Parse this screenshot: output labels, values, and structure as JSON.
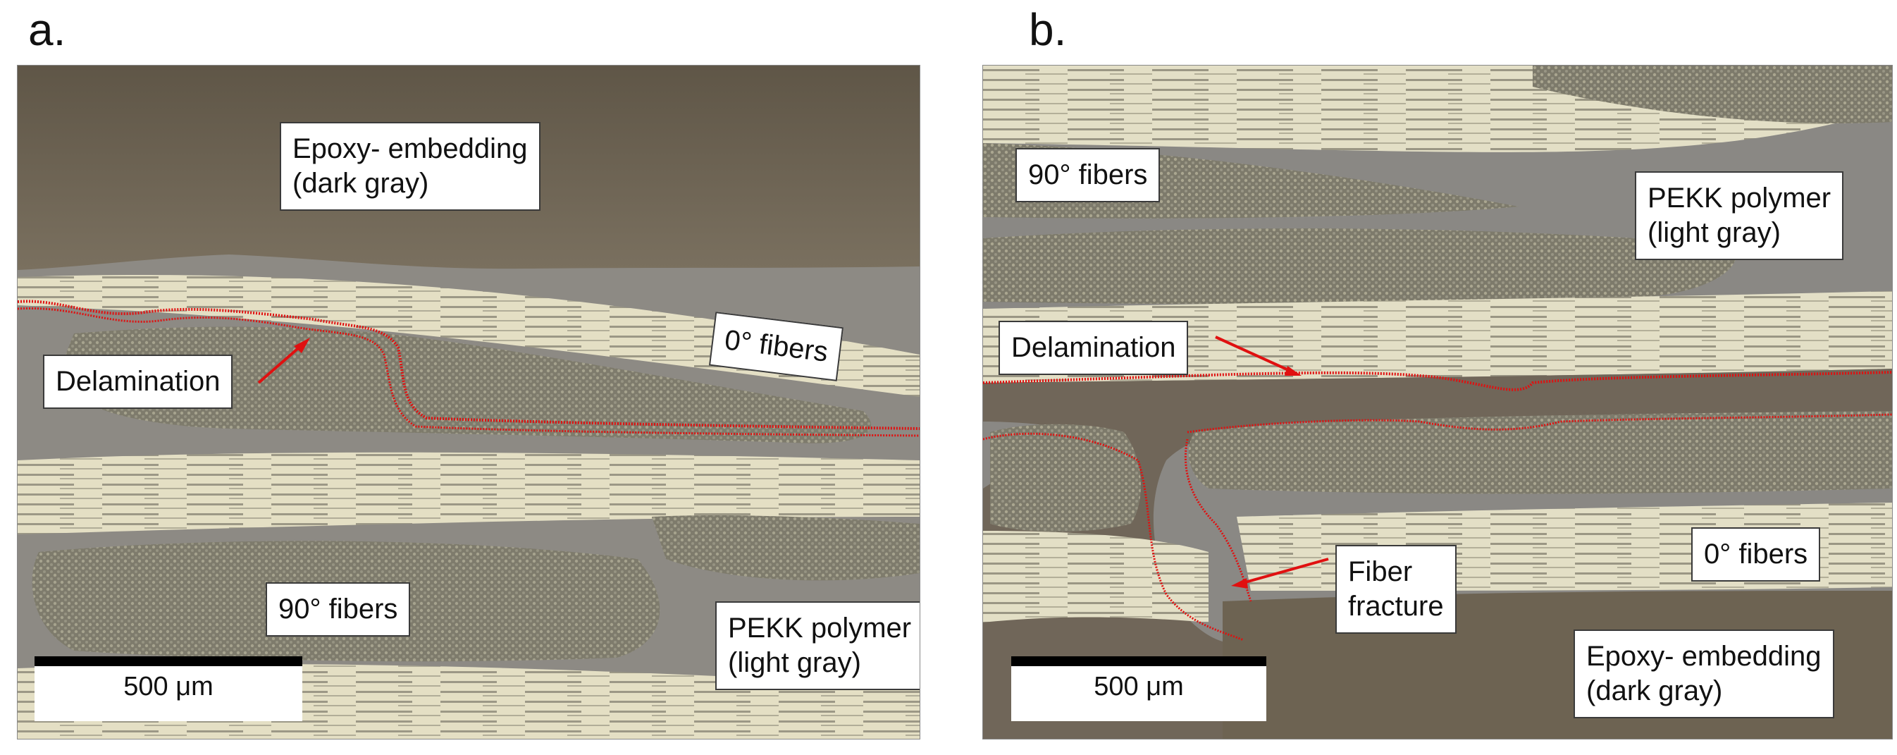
{
  "panels": {
    "a": {
      "letter": "a.",
      "labels": {
        "epoxy_line1": "Epoxy- embedding",
        "epoxy_line2": "(dark gray)",
        "zero_fibers": "0° fibers",
        "delamination": "Delamination",
        "ninety_fibers": "90° fibers",
        "pekk_line1": "PEKK polymer",
        "pekk_line2": "(light gray)"
      },
      "scale_bar": "500 μm"
    },
    "b": {
      "letter": "b.",
      "labels": {
        "ninety_fibers": "90° fibers",
        "pekk_line1": "PEKK polymer",
        "pekk_line2": "(light gray)",
        "delamination": "Delamination",
        "zero_fibers": "0° fibers",
        "fracture_line1": "Fiber",
        "fracture_line2": "fracture",
        "epoxy_line1": "Epoxy- embedding",
        "epoxy_line2": "(dark gray)"
      },
      "scale_bar": "500 μm"
    }
  },
  "colors": {
    "epoxy": "#6f6555",
    "pekk": "#8c8a86",
    "fiber_light": "#e6e2c8",
    "fiber_tow_90": "#8a8778",
    "delamination_outline": "#e01010"
  }
}
